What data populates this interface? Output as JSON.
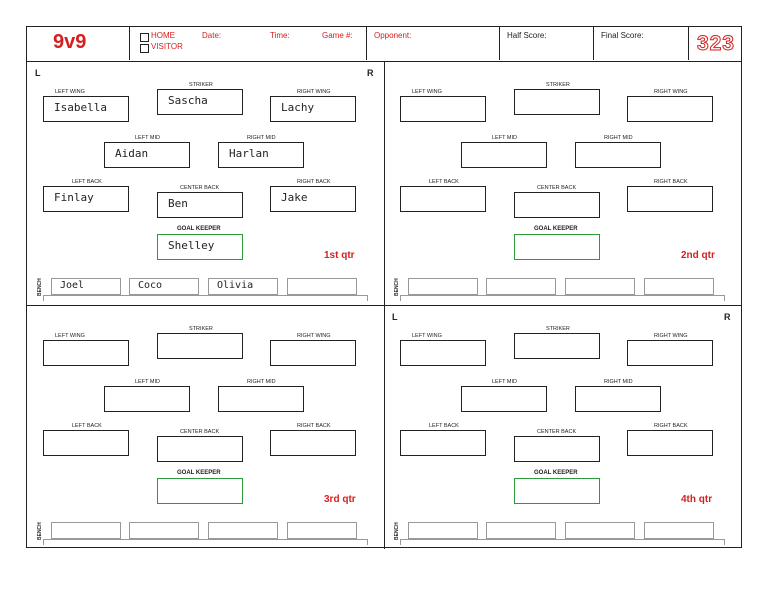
{
  "header": {
    "format": "9v9",
    "home_label": "HOME",
    "visitor_label": "VISITOR",
    "date_label": "Date:",
    "time_label": "Time:",
    "game_label": "Game #:",
    "opponent_label": "Opponent:",
    "half_score_label": "Half Score:",
    "final_score_label": "Final Score:",
    "number": "323"
  },
  "positions": {
    "left_wing": "LEFT WING",
    "striker": "STRIKER",
    "right_wing": "RIGHT WING",
    "left_mid": "LEFT MID",
    "right_mid": "RIGHT MID",
    "left_back": "LEFT BACK",
    "center_back": "CENTER BACK",
    "right_back": "RIGHT BACK",
    "goal_keeper": "GOAL KEEPER",
    "bench": "BENCH"
  },
  "quarters": [
    {
      "label": "1st qtr",
      "left": "L",
      "right": "R",
      "players": {
        "left_wing": "Isabella",
        "striker": "Sascha",
        "right_wing": "Lachy",
        "left_mid": "Aidan",
        "right_mid": "Harlan",
        "left_back": "Finlay",
        "center_back": "Ben",
        "right_back": "Jake",
        "goal_keeper": "Shelley"
      },
      "bench": [
        "Joel",
        "Coco",
        "Olivia",
        ""
      ]
    },
    {
      "label": "2nd qtr",
      "left": "",
      "right": "",
      "players": {
        "left_wing": "",
        "striker": "",
        "right_wing": "",
        "left_mid": "",
        "right_mid": "",
        "left_back": "",
        "center_back": "",
        "right_back": "",
        "goal_keeper": ""
      },
      "bench": [
        "",
        "",
        "",
        ""
      ]
    },
    {
      "label": "3rd qtr",
      "left": "",
      "right": "",
      "players": {
        "left_wing": "",
        "striker": "",
        "right_wing": "",
        "left_mid": "",
        "right_mid": "",
        "left_back": "",
        "center_back": "",
        "right_back": "",
        "goal_keeper": ""
      },
      "bench": [
        "",
        "",
        "",
        ""
      ]
    },
    {
      "label": "4th qtr",
      "left": "L",
      "right": "R",
      "players": {
        "left_wing": "",
        "striker": "",
        "right_wing": "",
        "left_mid": "",
        "right_mid": "",
        "left_back": "",
        "center_back": "",
        "right_back": "",
        "goal_keeper": ""
      },
      "bench": [
        "",
        "",
        "",
        ""
      ]
    }
  ]
}
